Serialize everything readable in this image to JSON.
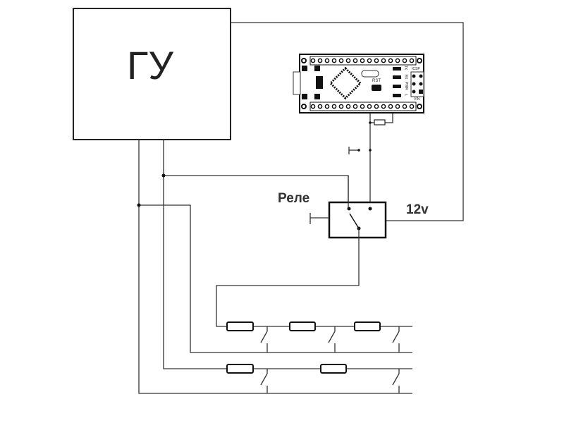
{
  "head_unit": {
    "label": "ГУ"
  },
  "relay": {
    "label": "Реле"
  },
  "power": {
    "label": "12v"
  },
  "arduino": {
    "labels": {
      "rst": "RST",
      "tx": "TX",
      "rx": "RX",
      "pwr": "PWR",
      "l": "L",
      "icsp": "ICSP",
      "vin": "VIN"
    }
  },
  "colors": {
    "line": "#333333",
    "background": "#ffffff"
  }
}
